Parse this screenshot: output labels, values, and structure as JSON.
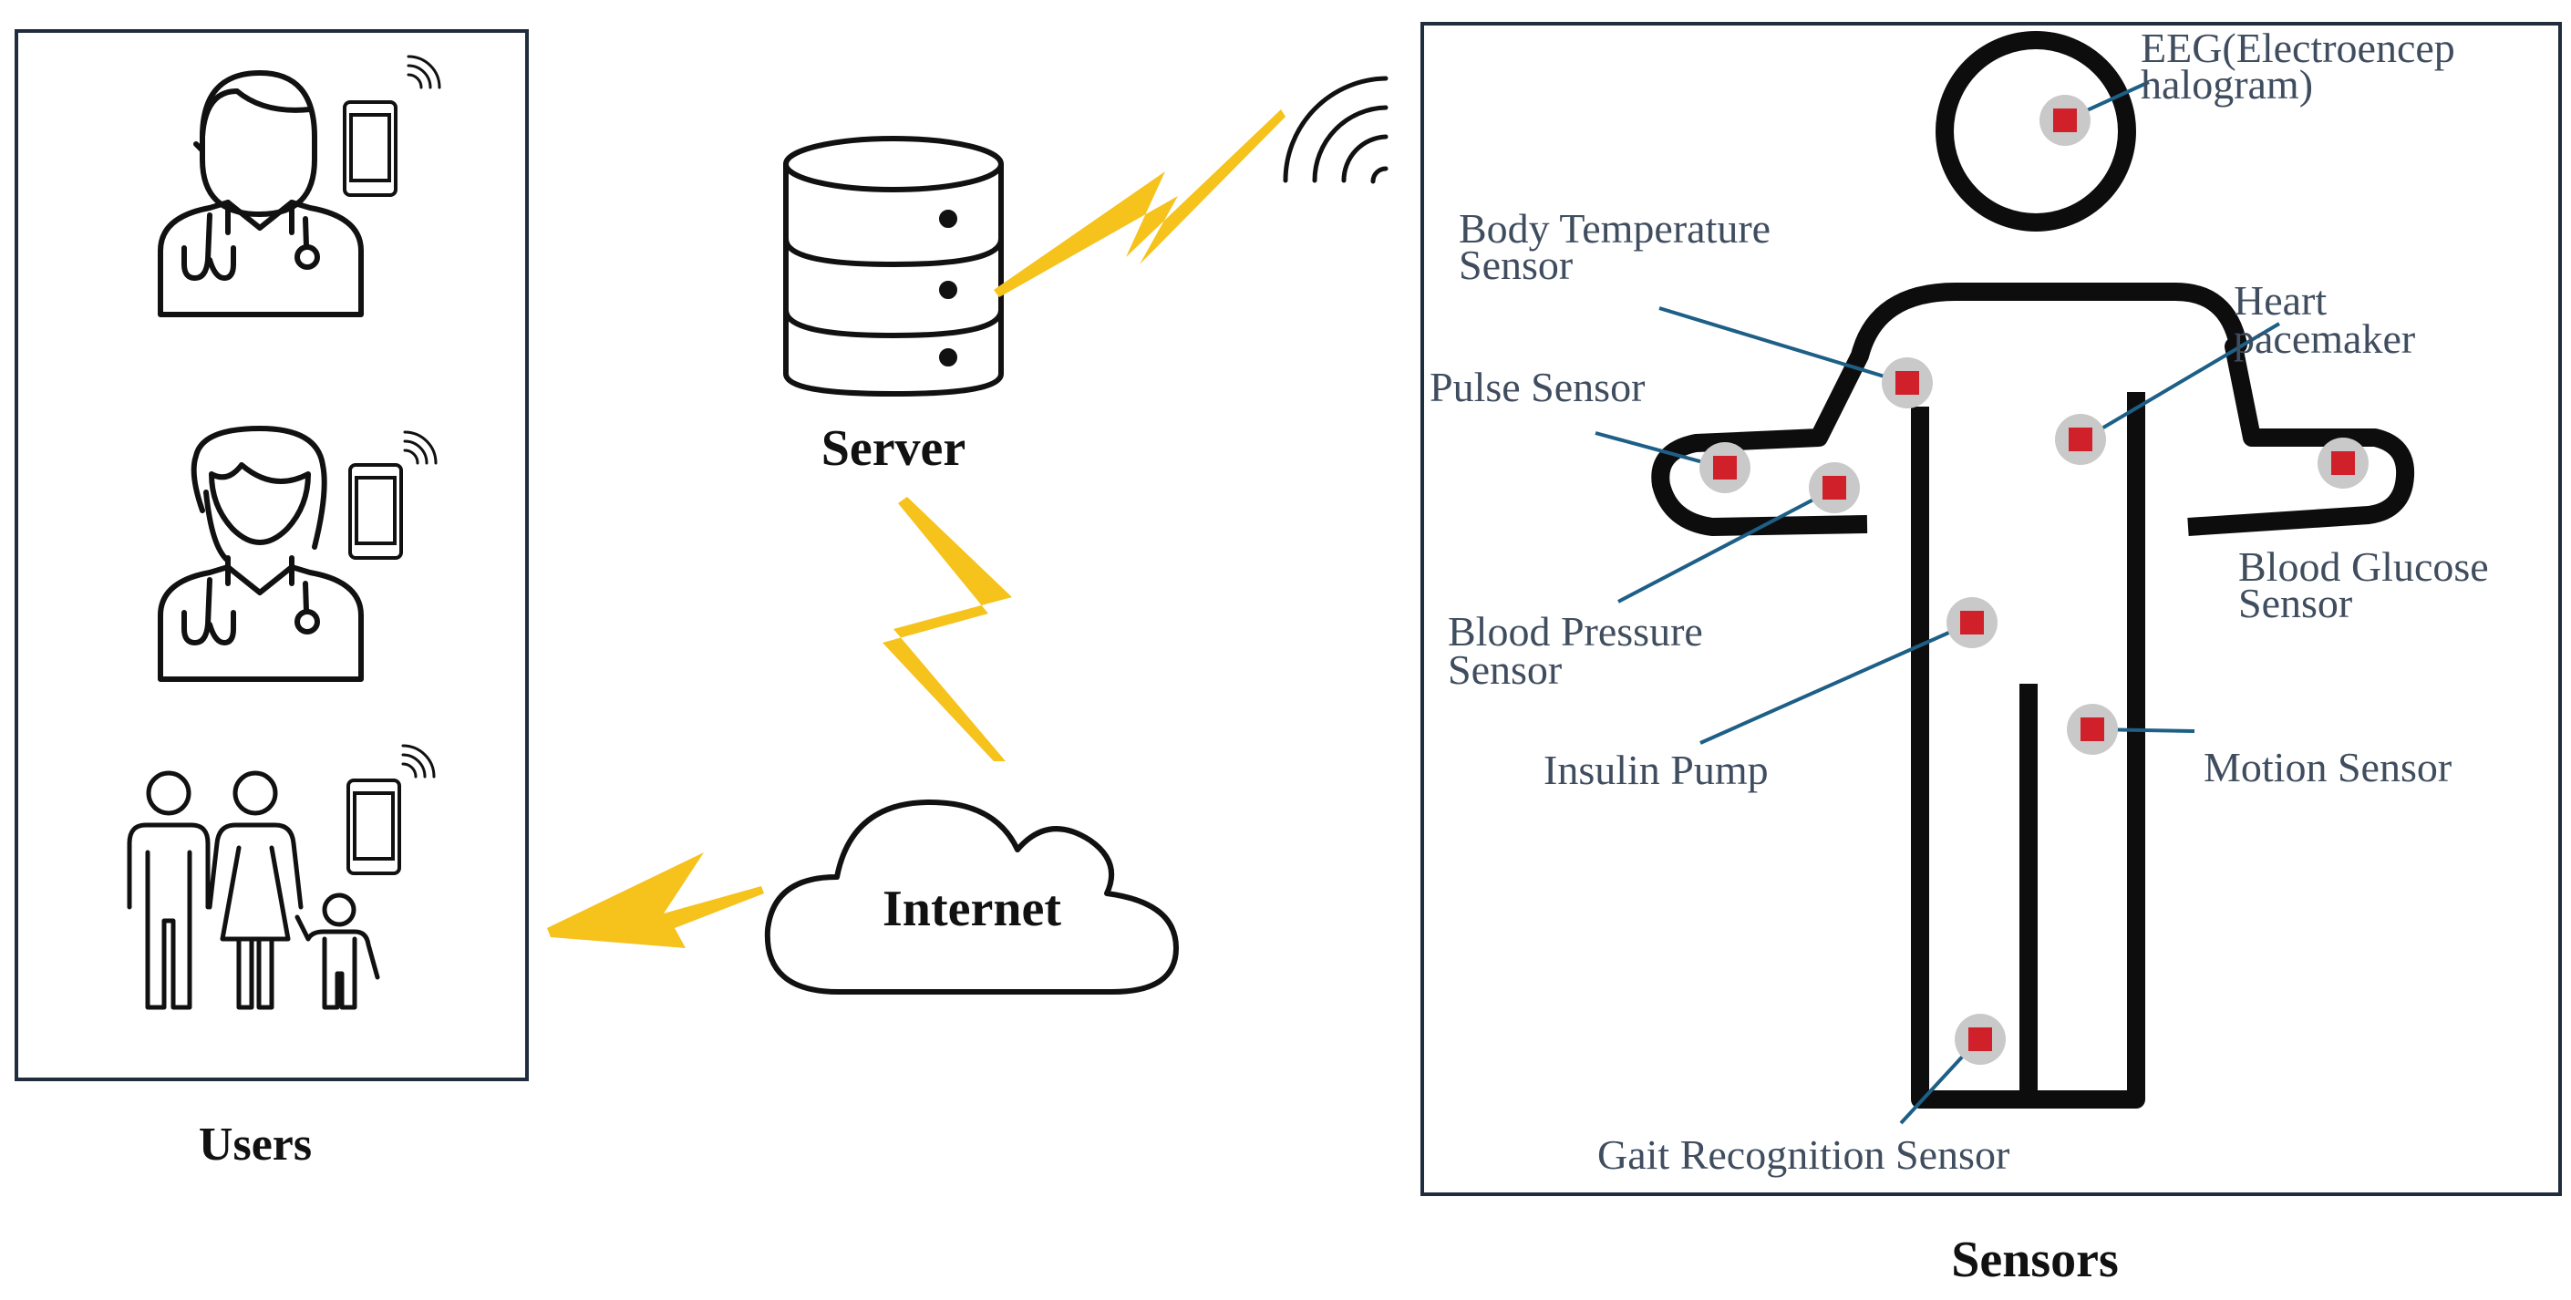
{
  "labels": {
    "users": "Users",
    "server": "Server",
    "internet": "Internet",
    "sensors": "Sensors"
  },
  "sensors": {
    "eeg_line1": "EEG(Electroencep",
    "eeg_line2": "halogram)",
    "body_temp_line1": "Body Temperature",
    "body_temp_line2": "Sensor",
    "heart_line1": "Heart",
    "heart_line2": "pacemaker",
    "pulse": "Pulse Sensor",
    "blood_glucose_line1": "Blood Glucose",
    "blood_glucose_line2": "Sensor",
    "blood_pressure_line1": "Blood Pressure",
    "blood_pressure_line2": "Sensor",
    "insulin": "Insulin Pump",
    "motion": "Motion Sensor",
    "gait": "Gait Recognition Sensor"
  },
  "colors": {
    "frame": "#1f2d3d",
    "lightning": "#f6c21c",
    "leader_line": "#1d5f86",
    "sensor_dot": "#c9c9c9",
    "sensor_core": "#d0202a",
    "label_text": "#3f4d5f"
  },
  "icons": [
    "doctor-icon",
    "female-doctor-icon",
    "family-icon",
    "smartphone-icon",
    "wifi-signal-icon",
    "database-server-icon",
    "cloud-icon",
    "lightning-icon",
    "human-body-icon"
  ]
}
